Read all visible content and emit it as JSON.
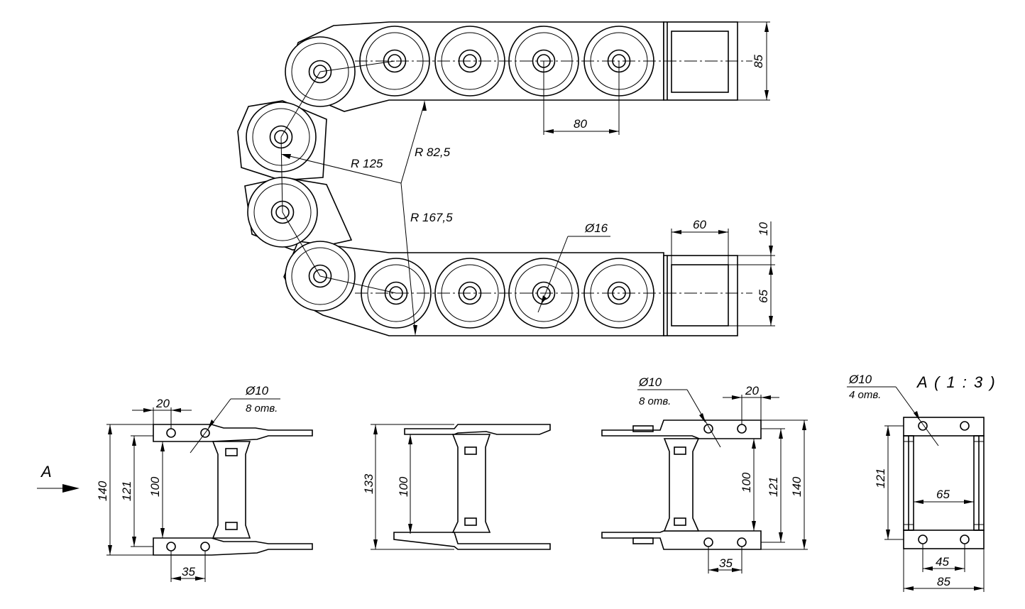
{
  "main_view": {
    "dim_pitch": "80",
    "dim_height_top": "85",
    "dim_width_bracket": "60",
    "dim_offset": "10",
    "dim_inner_height": "65",
    "dim_pin_diameter": "Ø16",
    "radius_inner": "R 82,5",
    "radius_mid": "R 125",
    "radius_outer": "R 167,5"
  },
  "view_1": {
    "dim_20": "20",
    "hole_diameter": "Ø10",
    "hole_count": "8 отв.",
    "dim_140": "140",
    "dim_121": "121",
    "dim_100": "100",
    "dim_35": "35",
    "view_arrow_label": "A"
  },
  "view_2": {
    "dim_133": "133",
    "dim_100": "100"
  },
  "view_3": {
    "hole_diameter": "Ø10",
    "hole_count": "8 отв.",
    "dim_20": "20",
    "dim_100": "100",
    "dim_121": "121",
    "dim_140": "140",
    "dim_35": "35"
  },
  "view_a": {
    "title": "A ( 1 : 3 )",
    "hole_diameter": "Ø10",
    "hole_count": "4 отв.",
    "dim_121": "121",
    "dim_65": "65",
    "dim_45": "45",
    "dim_85": "85"
  }
}
